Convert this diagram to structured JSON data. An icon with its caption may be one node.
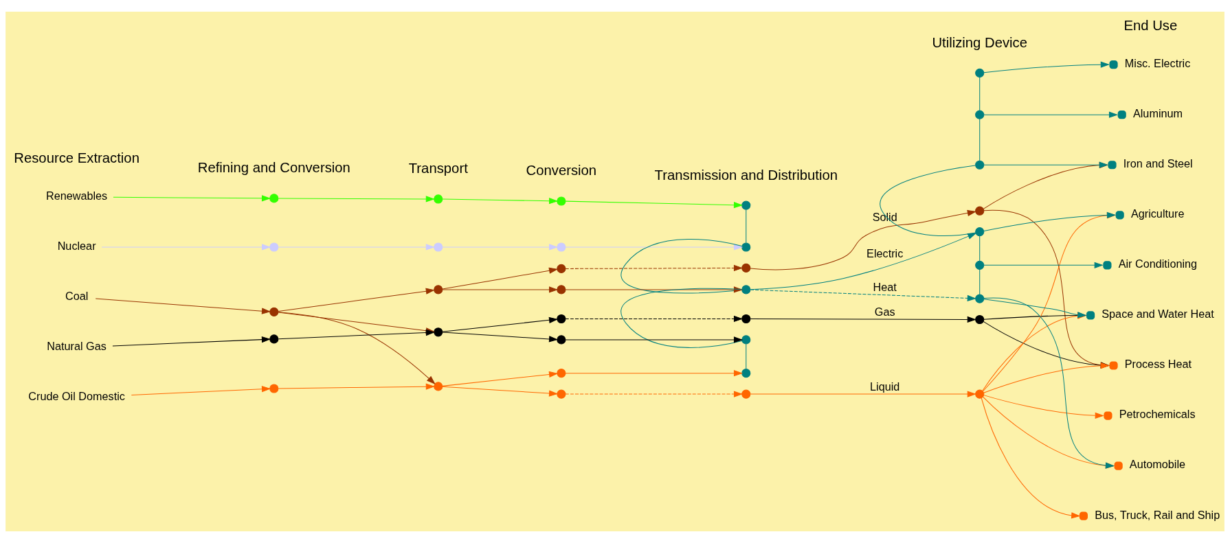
{
  "diagram": {
    "nodes": [
      {
        "text": [
          "Renewables"
        ]
      },
      {
        "text": [
          "Nuclear"
        ]
      },
      {
        "text": [
          "Coal"
        ]
      },
      {
        "text": [
          "Natural Gas"
        ]
      },
      {
        "text": [
          "Crude Oil Domestic"
        ]
      },
      {
        "text": [],
        "shape": "circle"
      },
      {
        "text": [],
        "shape": "circle"
      },
      {
        "text": [],
        "shape": "circle"
      },
      {
        "text": [],
        "shape": "circle"
      },
      {
        "text": [],
        "shape": "circle"
      },
      {
        "text": [],
        "shape": "circle"
      },
      {
        "text": [],
        "shape": "circle"
      },
      {
        "text": [],
        "shape": "circle"
      },
      {
        "text": [],
        "shape": "circle"
      },
      {
        "text": [],
        "shape": "circle"
      },
      {
        "text": [],
        "shape": "circle"
      },
      {
        "text": [],
        "shape": "circle"
      },
      {
        "text": [],
        "shape": "circle"
      },
      {
        "text": [],
        "shape": "circle"
      },
      {
        "text": [],
        "shape": "circle"
      },
      {
        "text": [],
        "shape": "circle"
      },
      {
        "text": [],
        "shape": "circle"
      },
      {
        "text": [],
        "shape": "circle"
      },
      {
        "text": [],
        "shape": "circle"
      },
      {
        "text": [],
        "shape": "circle"
      },
      {
        "text": [],
        "shape": "circle"
      },
      {
        "text": [],
        "shape": "circle"
      },
      {
        "text": [],
        "shape": "circle"
      },
      {
        "text": [],
        "shape": "circle"
      },
      {
        "text": [],
        "shape": "circle"
      },
      {
        "text": [],
        "shape": "circle"
      },
      {
        "text": [],
        "shape": "circle"
      },
      {
        "text": [],
        "shape": "circle"
      },
      {
        "text": [],
        "shape": "circle"
      },
      {
        "text": [],
        "shape": "circle"
      },
      {
        "text": [],
        "shape": "circle"
      },
      {
        "text": [],
        "shape": "circle"
      },
      {
        "text": [],
        "shape": "circle"
      },
      {
        "text": [],
        "shape": "circle"
      },
      {
        "text": [],
        "shape": "circle"
      },
      {
        "text": [],
        "shape": "circle",
        "beside": [
          "Misc. Electric"
        ]
      },
      {
        "text": [],
        "shape": "circle",
        "beside": [
          "Aluminum"
        ]
      },
      {
        "text": [],
        "shape": "circle",
        "beside": [
          "Iron and Steel"
        ]
      },
      {
        "text": [],
        "shape": "circle",
        "beside": [
          "Agriculture"
        ]
      },
      {
        "text": [],
        "shape": "circle",
        "beside": [
          "Air Conditioning"
        ]
      },
      {
        "text": [],
        "shape": "circle",
        "beside": [
          "Space and Water Heat"
        ]
      },
      {
        "text": [],
        "shape": "circle",
        "beside": [
          "Process Heat"
        ]
      },
      {
        "text": [],
        "shape": "circle",
        "beside": [
          "Petrochemicals"
        ]
      },
      {
        "text": [],
        "shape": "circle",
        "beside": [
          "Automobile"
        ]
      },
      {
        "text": [],
        "shape": "circle",
        "beside": [
          "Bus, Truck, Rail and Ship"
        ]
      }
    ],
    "edges": [
      {
        "from": 0,
        "to": 5,
        "arrow": "to",
        "color": "#33ff00"
      },
      {
        "from": 1,
        "to": 9,
        "arrow": "to",
        "color": "#ccccff"
      },
      {
        "from": 2,
        "to": 13,
        "arrow": "to",
        "color": "#993300"
      },
      {
        "from": 3,
        "to": 17,
        "arrow": "to",
        "color": "#000000"
      },
      {
        "from": 4,
        "to": 29,
        "arrow": "to",
        "color": "#ff6600"
      },
      {
        "from": 5,
        "to": 6,
        "arrow": "to",
        "color": "#33ff00"
      },
      {
        "from": 6,
        "to": 7,
        "arrow": "to",
        "color": "#33ff00"
      },
      {
        "from": 7,
        "to": 8,
        "arrow": "to",
        "color": "#33ff00"
      },
      {
        "from": 9,
        "to": 10,
        "arrow": "to",
        "color": "#ccccff"
      },
      {
        "from": 10,
        "to": 11,
        "arrow": "to",
        "color": "#ccccff"
      },
      {
        "from": 11,
        "to": 12,
        "arrow": "to",
        "color": "#ccccff"
      },
      {
        "from": 13,
        "to": 14,
        "arrow": "to",
        "color": "#993300"
      },
      {
        "from": 14,
        "to": 15,
        "arrow": "to",
        "color": "#993300"
      },
      {
        "from": 15,
        "to": 16,
        "arrow": "to",
        "color": "#993300"
      },
      {
        "from": 13,
        "to": 18,
        "arrow": "to",
        "color": "#993300"
      },
      {
        "from": 13,
        "to": 30,
        "arrow": "to",
        "color": "#993300"
      },
      {
        "from": 14,
        "to": 23,
        "arrow": "to",
        "color": "#993300"
      },
      {
        "from": 17,
        "to": 18,
        "arrow": "to",
        "color": "#000000"
      },
      {
        "from": 18,
        "to": 19,
        "arrow": "to",
        "color": "#000000"
      },
      {
        "from": 19,
        "to": 20,
        "arrow": "to",
        "color": "#000000"
      },
      {
        "from": 18,
        "to": 26,
        "arrow": "to",
        "color": "#000000"
      },
      {
        "from": 29,
        "to": 30,
        "arrow": "to",
        "color": "#ff6600"
      },
      {
        "from": 30,
        "to": 31,
        "arrow": "to",
        "color": "#ff6600"
      },
      {
        "from": 30,
        "to": 21,
        "arrow": "to",
        "color": "#ff6600"
      },
      {
        "from": 21,
        "to": 22,
        "arrow": "to",
        "color": "#ff6600"
      },
      {
        "from": 31,
        "to": 32,
        "arrow": "to",
        "style": "dashed",
        "color": "#ff6600"
      },
      {
        "from": 32,
        "to": 33,
        "arrow": "to",
        "label": "Liquid",
        "color": "#ff6600"
      },
      {
        "from": 23,
        "to": 24,
        "arrow": "to",
        "style": "dashed",
        "color": "#993300"
      },
      {
        "from": 24,
        "to": 25,
        "arrow": "to",
        "label": "Solid",
        "color": "#993300"
      },
      {
        "from": 26,
        "to": 27,
        "arrow": "to",
        "style": "dashed",
        "color": "#000000"
      },
      {
        "from": 27,
        "to": 28,
        "arrow": "to",
        "label": "Gas",
        "color": "#000000"
      },
      {
        "from": 8,
        "to": 12,
        "arrow": "none",
        "color": "#008080"
      },
      {
        "from": 12,
        "to": 16,
        "arrow": "none",
        "color": "#008080"
      },
      {
        "from": 16,
        "to": 20,
        "arrow": "none",
        "color": "#008080"
      },
      {
        "from": 20,
        "to": 22,
        "arrow": "none",
        "color": "#008080"
      },
      {
        "from": 16,
        "to": 37,
        "arrow": "to",
        "label": "Electric",
        "color": "#008080"
      },
      {
        "from": 16,
        "to": 39,
        "arrow": "to",
        "label": "Heat",
        "style": "dashed",
        "color": "#008080"
      },
      {
        "from": 34,
        "to": 35,
        "arrow": "none",
        "color": "#008080"
      },
      {
        "from": 35,
        "to": 36,
        "arrow": "none",
        "color": "#008080"
      },
      {
        "from": 36,
        "to": 37,
        "arrow": "none",
        "color": "#008080"
      },
      {
        "from": 37,
        "to": 38,
        "arrow": "none",
        "color": "#008080"
      },
      {
        "from": 38,
        "to": 39,
        "arrow": "none",
        "color": "#008080"
      },
      {
        "from": 34,
        "to": 40,
        "arrow": "to",
        "color": "#008080"
      },
      {
        "from": 35,
        "to": 41,
        "arrow": "to",
        "color": "#008080"
      },
      {
        "from": 36,
        "to": 42,
        "arrow": "to",
        "color": "#008080"
      },
      {
        "from": 37,
        "to": 43,
        "arrow": "to",
        "color": "#008080"
      },
      {
        "from": 38,
        "to": 44,
        "arrow": "to",
        "color": "#008080"
      },
      {
        "from": 39,
        "to": 45,
        "arrow": "to",
        "color": "#008080"
      },
      {
        "from": 39,
        "to": 48,
        "arrow": "to",
        "color": "#008080"
      },
      {
        "from": 25,
        "to": 42,
        "arrow": "to",
        "color": "#993300"
      },
      {
        "from": 25,
        "to": 46,
        "arrow": "to",
        "color": "#993300"
      },
      {
        "from": 28,
        "to": 45,
        "arrow": "to",
        "color": "#000000"
      },
      {
        "from": 28,
        "to": 46,
        "arrow": "to",
        "color": "#000000"
      },
      {
        "from": 33,
        "to": 43,
        "arrow": "to",
        "color": "#ff6600"
      },
      {
        "from": 33,
        "to": 45,
        "arrow": "to",
        "color": "#ff6600"
      },
      {
        "from": 33,
        "to": 46,
        "arrow": "to",
        "color": "#ff6600"
      },
      {
        "from": 33,
        "to": 47,
        "arrow": "to",
        "color": "#ff6600"
      },
      {
        "from": 33,
        "to": 48,
        "arrow": "to",
        "color": "#ff6600"
      },
      {
        "from": 33,
        "to": 49,
        "arrow": "to",
        "color": "#ff6600"
      }
    ],
    "labels": [
      "Resource Extraction",
      "Refining and Conversion",
      "Transport",
      "Conversion",
      "Transmission and Distribution",
      "Utilizing Device",
      "End Use"
    ]
  }
}
